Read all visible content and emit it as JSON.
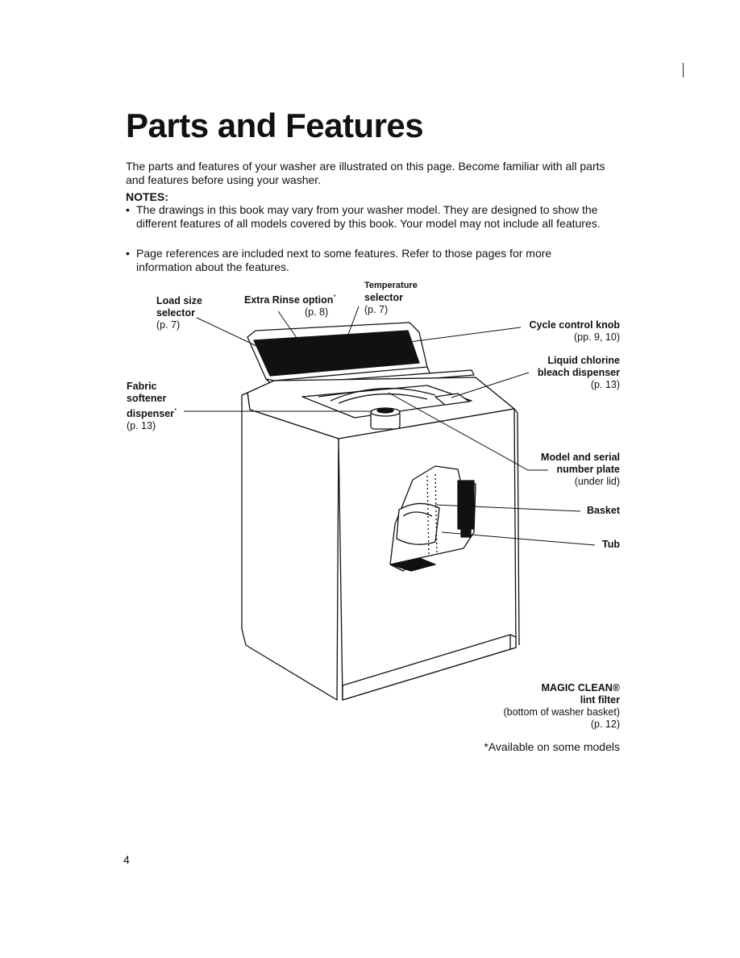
{
  "heading": "Parts and Features",
  "intro": "The parts and features of your washer are illustrated on this page. Become familiar with all parts and features before using your washer.",
  "notes_heading": "NOTES:",
  "notes": [
    "The drawings in this book may vary from your washer model. They are designed to show the different features of all models covered by this book. Your model may not include all features.",
    "Page references are included next to some features. Refer to those pages for more information about the features."
  ],
  "labels": {
    "load_size": {
      "l1": "Load size",
      "l2": "selector",
      "page": "(p. 7)"
    },
    "extra_rinse": {
      "l1": "Extra Rinse option",
      "mark": "*",
      "page": "(p. 8)"
    },
    "temperature": {
      "l1": "Temperature",
      "l2": "selector",
      "page": "(p. 7)"
    },
    "cycle_control": {
      "l1": "Cycle control knob",
      "page": "(pp. 9, 10)"
    },
    "bleach": {
      "l1": "Liquid chlorine",
      "l2": "bleach dispenser",
      "page": "(p. 13)"
    },
    "fabric_softener": {
      "l1": "Fabric",
      "l2": "softener",
      "l3": "dispenser",
      "mark": "*",
      "page": "(p. 13)"
    },
    "model_serial": {
      "l1": "Model and serial",
      "l2": "number plate",
      "page": "(under lid)"
    },
    "basket": {
      "l1": "Basket"
    },
    "tub": {
      "l1": "Tub"
    },
    "lint_filter": {
      "l1": "MAGIC CLEAN®",
      "l2": "lint filter",
      "l3": "(bottom of washer basket)",
      "page": "(p. 12)"
    }
  },
  "footnote": "*Available on some models",
  "page_number": "4"
}
